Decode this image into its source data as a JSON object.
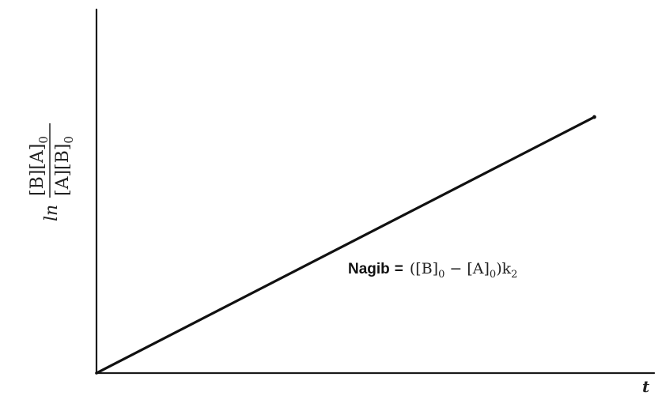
{
  "chart_data": {
    "type": "line",
    "title": "",
    "xlabel": "t",
    "ylabel": {
      "prefix": "ln",
      "numerator": "[B][A]",
      "numerator_sub": "0",
      "denominator": "[A][B]",
      "denominator_sub": "0"
    },
    "x": [
      0,
      1
    ],
    "series": [
      {
        "values": [
          0,
          1
        ]
      }
    ],
    "xlim": [
      0,
      1.12
    ],
    "ylim": [
      0,
      1.42
    ],
    "grid": false,
    "annotation": {
      "label": "Nagib",
      "equals": "=",
      "expr_part1": "([B]",
      "sub1": "0",
      "minus": " − ",
      "expr_part2": "[A]",
      "sub2": "0",
      "expr_part3": ")k",
      "sub3": "2"
    },
    "colors": {
      "line": "#111111",
      "axis": "#1a1a1a"
    }
  }
}
